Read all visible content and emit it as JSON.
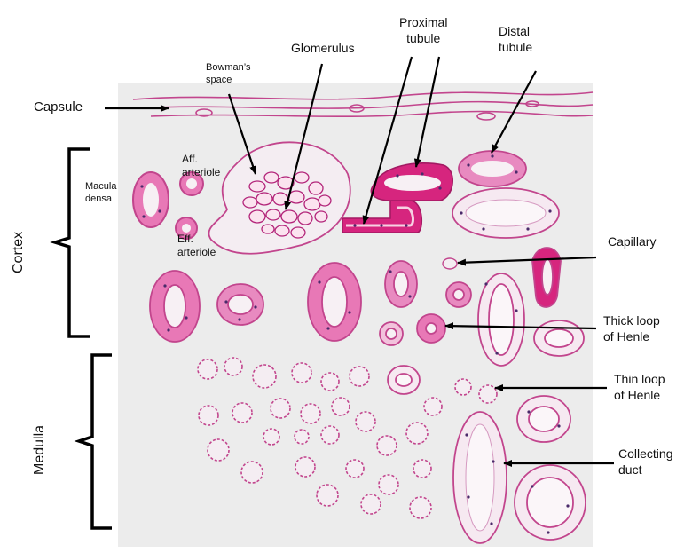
{
  "labels": {
    "capsule": "Capsule",
    "cortex": "Cortex",
    "medulla": "Medulla",
    "macula_densa": [
      "Macula",
      "densa"
    ],
    "aff_arteriole": [
      "Aff.",
      "arteriole"
    ],
    "eff_arteriole": [
      "Eff.",
      "arteriole"
    ],
    "bowmans_space": [
      "Bowman’s",
      "space"
    ],
    "glomerulus": "Glomerulus",
    "proximal_tubule": [
      "Proximal",
      "tubule"
    ],
    "distal_tubule": [
      "Distal",
      "tubule"
    ],
    "capillary": "Capillary",
    "thick_loop": [
      "Thick loop",
      "of Henle"
    ],
    "thin_loop": [
      "Thin loop",
      "of Henle"
    ],
    "collecting_duct": [
      "Collecting",
      "duct"
    ]
  },
  "colors": {
    "tissue_bg": "#ececec",
    "pink_dark": "#d6257e",
    "pink_mid": "#e879b8",
    "pink_light": "#f3c6e0",
    "nucleus": "#4a2a6a",
    "lumen": "#f7f0f4",
    "arrow": "#000000"
  }
}
